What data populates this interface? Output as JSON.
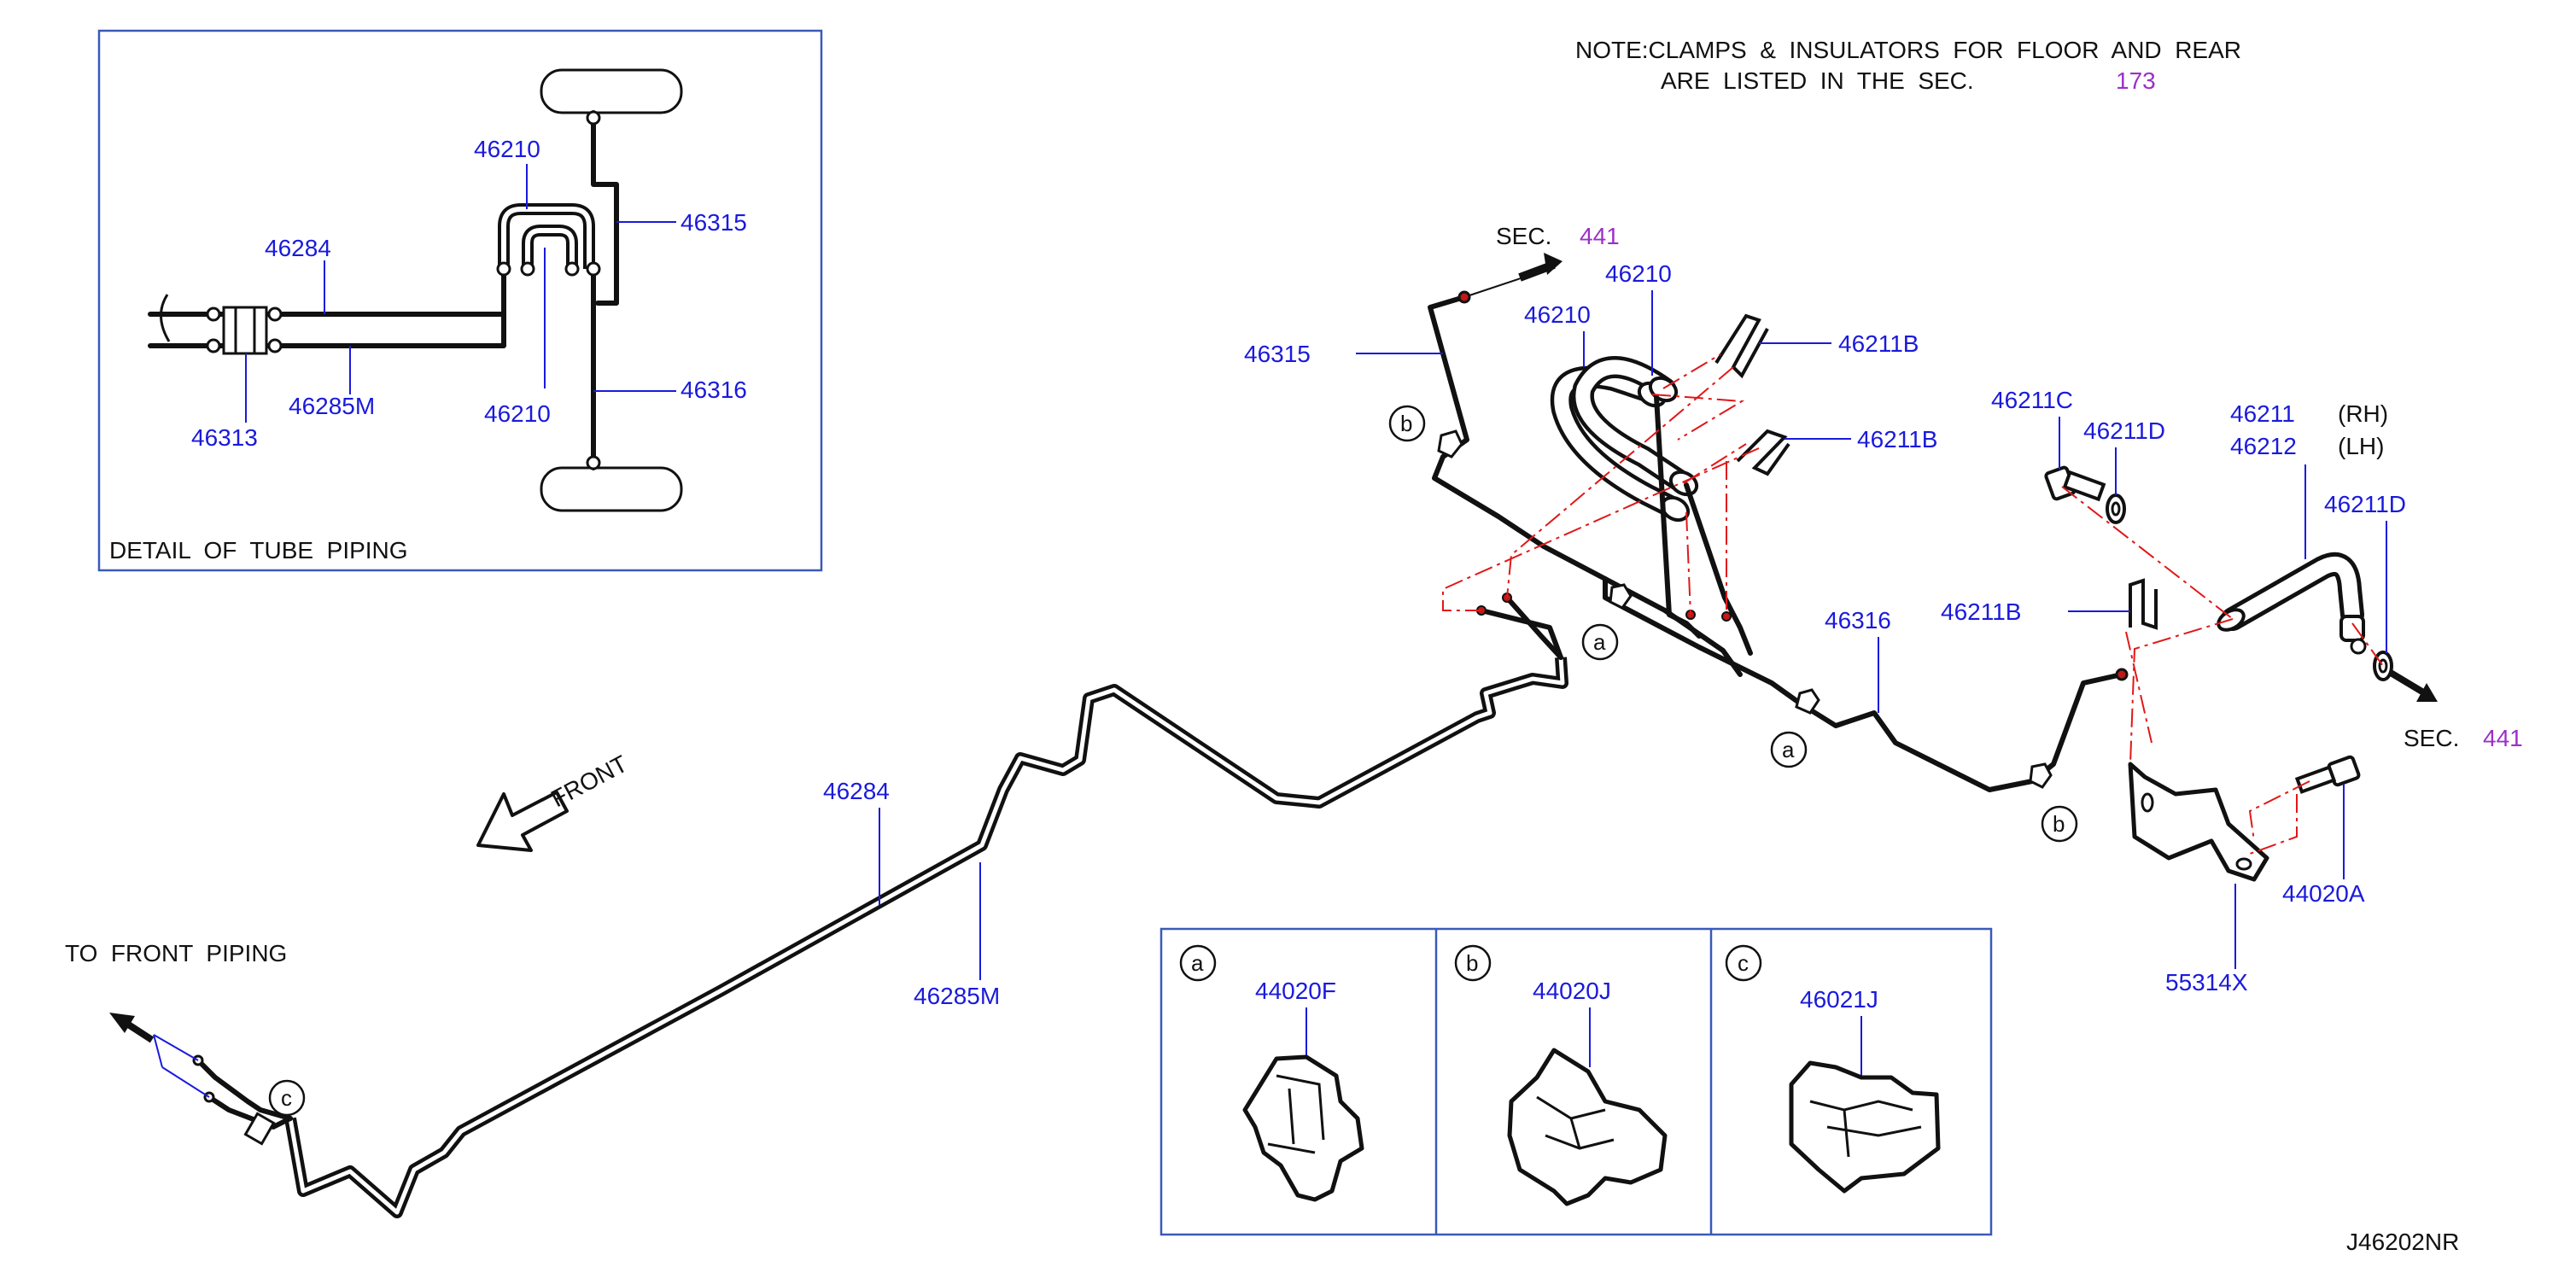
{
  "note": {
    "line1": "NOTE:CLAMPS  &  INSULATORS  FOR  FLOOR  AND  REAR",
    "line2": "ARE  LISTED  IN  THE  SEC.",
    "sec_number": "173"
  },
  "detail": {
    "title": "DETAIL  OF  TUBE  PIPING",
    "labels": {
      "p46210_top": "46210",
      "p46284": "46284",
      "p46315": "46315",
      "p46285m": "46285M",
      "p46210_bottom": "46210",
      "p46316": "46316",
      "p46313": "46313"
    }
  },
  "main_labels": {
    "sec_top": "SEC.",
    "sec_top_num": "441",
    "p46315": "46315",
    "p46210_a": "46210",
    "p46210_b": "46210",
    "p46211b_1": "46211B",
    "p46211b_2": "46211B",
    "p46211b_3": "46211B",
    "p46211c": "46211C",
    "p46211d_1": "46211D",
    "p46211d_2": "46211D",
    "p46211": "46211",
    "rh": "(RH)",
    "p46212": "46212",
    "lh": "(LH)",
    "p46316": "46316",
    "sec_right": "SEC.",
    "sec_right_num": "441",
    "p44020a": "44020A",
    "p55314x": "55314X",
    "front": "FRONT",
    "p46284": "46284",
    "p46285m": "46285M",
    "to_front": "TO  FRONT  PIPING",
    "diagram_code": "J46202NR"
  },
  "callouts": {
    "a": "a",
    "b": "b",
    "c": "c"
  },
  "clips": [
    {
      "key": "a",
      "part": "44020F"
    },
    {
      "key": "b",
      "part": "44020J"
    },
    {
      "key": "c",
      "part": "46021J"
    }
  ],
  "colors": {
    "label_blue": "#1a1adc",
    "section_purple": "#9b30c8",
    "centerline_red": "#e01818",
    "box_border": "#3a5ab8"
  }
}
